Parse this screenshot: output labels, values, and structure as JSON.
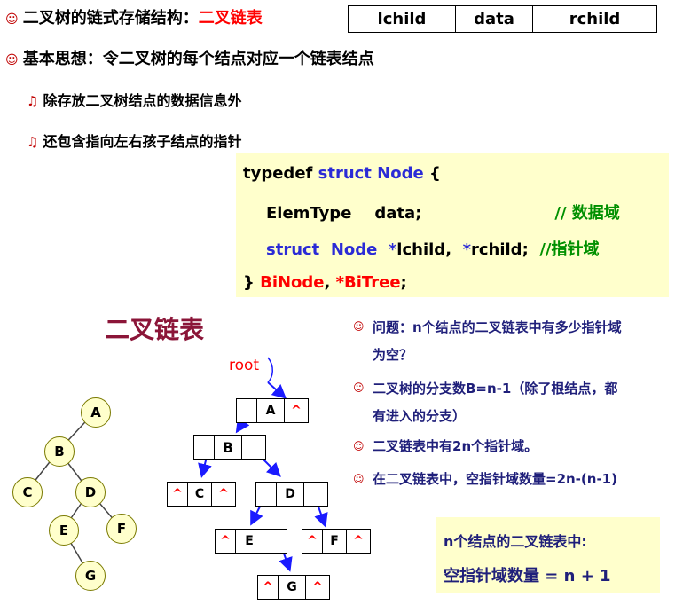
{
  "header": {
    "bullet1_text": "二叉树的链式存储结构：",
    "bullet1_highlight": "二叉链表",
    "node_fields": [
      "lchild",
      "data",
      "rchild"
    ],
    "bullet2_text": "基本思想：令二叉树的每个结点对应一个链表结点",
    "sub1": "除存放二叉树结点的数据信息外",
    "sub2": "还包含指向左右孩子结点的指针"
  },
  "code": {
    "l1_kw": "typedef ",
    "l1_struct": "struct Node",
    "l1_brace": " {",
    "l2_type": "ElemType",
    "l2_field": "data;",
    "l2_comment": "// 数据域",
    "l3_struct": "struct  Node  ",
    "l3_ptr1": "*",
    "l3_lchild": "lchild",
    "l3_sep": ",  ",
    "l3_ptr2": "*",
    "l3_rchild": "rchild",
    "l3_semi": ";  ",
    "l3_comment": "//指针域",
    "l4_brace": "} ",
    "l4_binode": "BiNode",
    "l4_sep": ", ",
    "l4_bitree": "*BiTree",
    "l4_semi": ";"
  },
  "section_title": "二叉链表",
  "root_label": "root",
  "tree_nodes": [
    "A",
    "B",
    "C",
    "D",
    "E",
    "F",
    "G"
  ],
  "caret": "^",
  "questions": [
    "问题：n个结点的二叉链表中有多少指针域",
    "为空？",
    "二叉树的分支数B=n-1（除了根结点，都",
    "有进入的分支）",
    "二叉链表中有2n个指针域。",
    "在二叉链表中，空指针域数量=2n-(n-1)"
  ],
  "summary": {
    "line1": "n个结点的二叉链表中:",
    "line2": "空指针域数量 = n + 1"
  },
  "colors": {
    "highlight": "#ff0000",
    "keyword": "#2b2bd6",
    "comment": "#009000",
    "text_dark": "#1f1f7a",
    "box_bg": "#ffffcc"
  }
}
